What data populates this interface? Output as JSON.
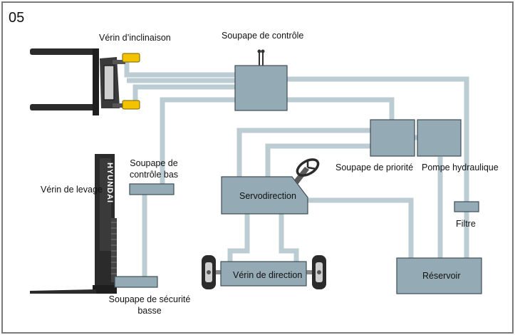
{
  "figure": {
    "number": "05"
  },
  "colors": {
    "frame": "#7a7a7a",
    "pipe": "#bcccd3",
    "box_fill": "#94aab4",
    "box_stroke": "#3e4e56",
    "cylinder": "#f2c300",
    "dark": "#2b2b2b"
  },
  "labels": {
    "tilt_cylinder": "Vérin d’inclinaison",
    "control_valve": "Soupape de contrôle",
    "lift_cylinder": "Vérin de levage",
    "lower_control_valve_l1": "Soupape de",
    "lower_control_valve_l2": "contrôle bas",
    "steering_unit": "Servodirection",
    "priority_valve": "Soupape de priorité",
    "hydraulic_pump": "Pompe hydraulique",
    "filter": "Filtre",
    "steering_cylinder": "Vérin de direction",
    "reservoir": "Réservoir",
    "lowering_safety_valve_l1": "Soupape de sécurité",
    "lowering_safety_valve_l2": "basse",
    "brand": "HYUNDAI"
  }
}
